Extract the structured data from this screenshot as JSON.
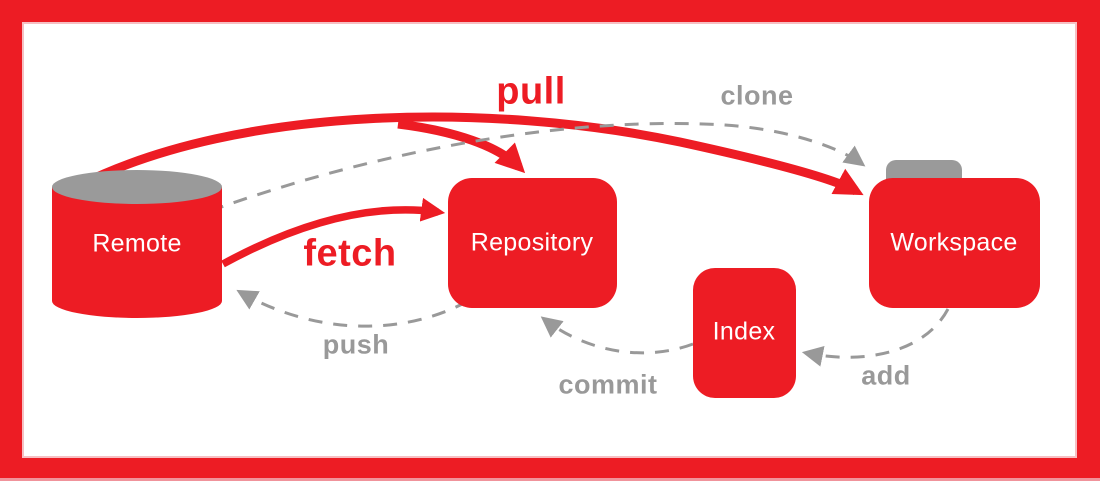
{
  "diagram": {
    "nodes": [
      {
        "id": "remote",
        "label": "Remote",
        "shape": "database-cylinder"
      },
      {
        "id": "repository",
        "label": "Repository",
        "shape": "rounded-rect"
      },
      {
        "id": "index",
        "label": "Index",
        "shape": "rounded-rect"
      },
      {
        "id": "workspace",
        "label": "Workspace",
        "shape": "folder"
      }
    ],
    "edges": [
      {
        "label": "pull",
        "from": "remote",
        "to": "workspace",
        "style": "solid-red-thick"
      },
      {
        "label": "clone",
        "from": "remote",
        "to": "workspace",
        "style": "dashed-gray"
      },
      {
        "label": "fetch",
        "from": "remote",
        "to": "repository",
        "style": "solid-red-thick"
      },
      {
        "label": "push",
        "from": "repository",
        "to": "remote",
        "style": "dashed-gray"
      },
      {
        "label": "commit",
        "from": "index",
        "to": "repository",
        "style": "dashed-gray"
      },
      {
        "label": "add",
        "from": "workspace",
        "to": "index",
        "style": "dashed-gray"
      }
    ],
    "colors": {
      "accent_red": "#ED1C24",
      "gray": "#999999",
      "node_text": "#FFFFFF",
      "background": "#FFFFFF",
      "frame": "#ED1C24"
    }
  }
}
